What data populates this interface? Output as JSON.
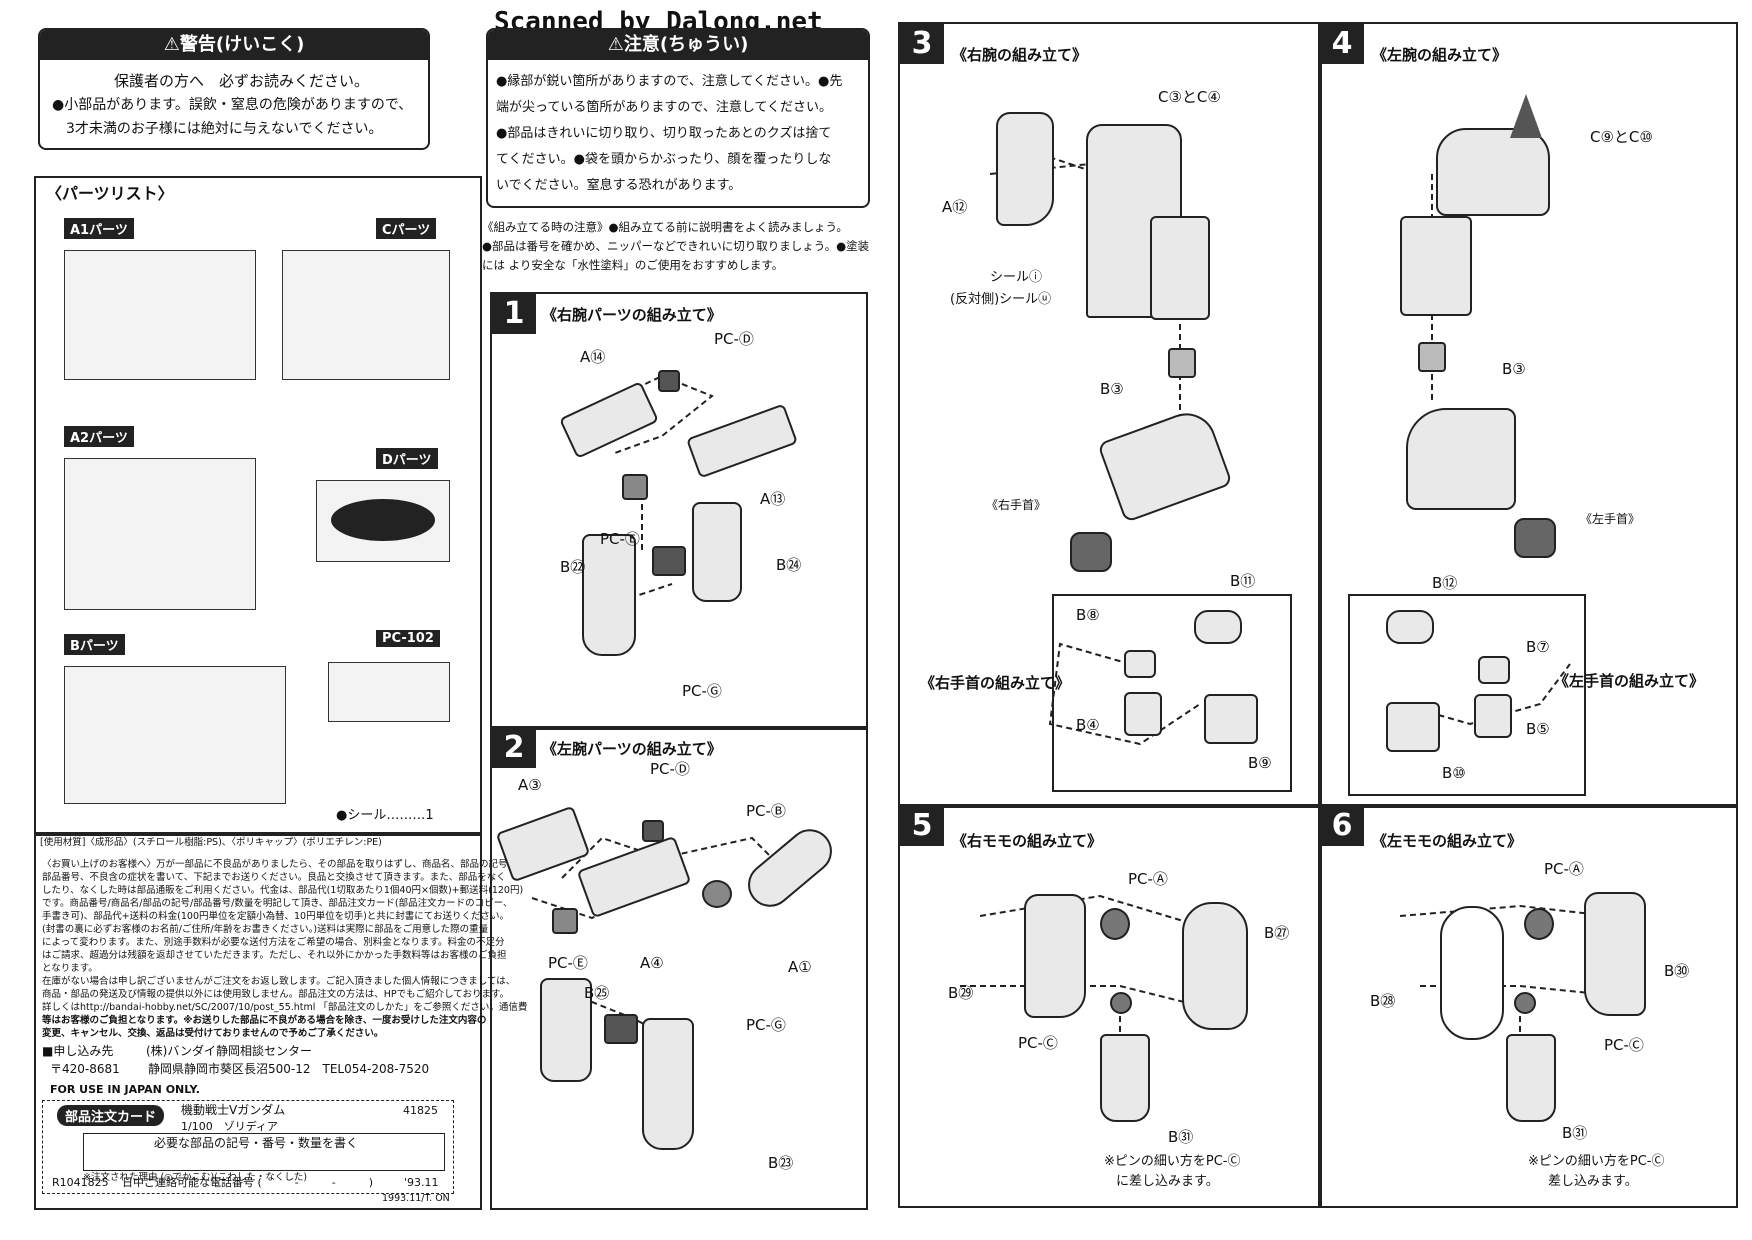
{
  "scan_credit": "Scanned by Dalong.net",
  "warning": {
    "title": "⚠警告(けいこく)",
    "line1": "保護者の方へ　必ずお読みください。",
    "line2": "●小部品があります。誤飲・窒息の危険がありますので、",
    "line3": "3才未満のお子様には絶対に与えないでください。"
  },
  "caution": {
    "title": "⚠注意(ちゅうい)",
    "lines": [
      "●縁部が鋭い箇所がありますので、注意してください。●先",
      "端が尖っている箇所がありますので、注意してください。",
      "●部品はきれいに切り取り、切り取ったあとのクズは捨て",
      "てください。●袋を頭からかぶったり、顔を覆ったりしな",
      "いでください。窒息する恐れがあります。"
    ]
  },
  "assembly_note": {
    "lines": [
      "《組み立てる時の注意》●組み立てる前に説明書をよく読みましょう。",
      "●部品は番号を確かめ、ニッパーなどできれいに切り取りましょう。●塗装",
      "には より安全な「水性塗料」のご使用をおすすめします。"
    ]
  },
  "parts_list": {
    "title": "〈パーツリスト〉",
    "runners": [
      "A1パーツ",
      "Cパーツ",
      "A2パーツ",
      "Dパーツ",
      "Bパーツ",
      "PC-102"
    ],
    "seal": "●シール………1"
  },
  "materials": "[使用材質]〈成形品〉(スチロール樹脂:PS)、〈ポリキャップ〉(ポリエチレン:PE)",
  "customer_notice": [
    "〈お買い上げのお客様へ〉万が一部品に不良品がありましたら、その部品を取りはずし、商品名、部品の記号、",
    "部品番号、不良含の症状を書いて、下記までお送りください。良品と交換させて頂きます。また、部品をなく",
    "したり、なくした時は部品通販をご利用ください。代金は、部品代(1切取あたり1個40円×個数)+郵送料(120円)",
    "です。商品番号/商品名/部品の記号/部品番号/数量を明記して頂き、部品注文カード(部品注文カードのコピー、",
    "手書き可)、部品代+送料の料金(100円単位を定額小為替、10円単位を切手)と共に封書にてお送りください。",
    "(封書の裏に必ずお客様のお名前/ご住所/年齢をお書きください。)送料は実際に部品をご用意した際の重量",
    "によって変わります。また、別途手数料が必要な送付方法をご希望の場合、別料金となります。料金の不足分",
    "はご請求、超過分は残額を返却させていただきます。ただし、それ以外にかかった手数料等はお客様のご負担",
    "となります。",
    "在庫がない場合は申し訳ございませんがご注文をお返し致します。ご記入頂きました個人情報につきましては、",
    "商品・部品の発送及び情報の提供以外には使用致しません。部品注文の方法は、HPでもご紹介しております。",
    "詳しくはhttp://bandai-hobby.net/SC/2007/10/post_55.html 「部品注文のしかた」をご参照ください。通信費",
    "等はお客様のご負担となります。※お送りした部品に不良がある場合を除き、一度お受けした注文内容の",
    "変更、キャンセル、交換、返品は受付けておりませんので予めご了承ください。"
  ],
  "address": {
    "label": "■申し込み先",
    "company": "(株)バンダイ静岡相談センター",
    "postal": "〒420-8681",
    "addr": "静岡県静岡市葵区長沼500-12　TEL054-208-7520",
    "japan_only": "FOR USE IN JAPAN ONLY."
  },
  "order_card": {
    "title": "部品注文カード",
    "product": "機動戦士Vガンダム",
    "scale": "1/100　ゾリディア",
    "code": "41825",
    "instruction": "必要な部品の記号・番号・数量を書く",
    "reason": "※注文された理由 (◎でかこむ)(こわした・なくした)",
    "id": "R1041825",
    "phone": "日中ご連絡可能な電話番号 (　　　-　　　-　　　)",
    "year": "'93.11",
    "footer": "1993.11/T. ON"
  },
  "steps": [
    {
      "num": "1",
      "title": "《右腕パーツの組み立て》",
      "labels": [
        "PC-Ⓓ",
        "A⑭",
        "A⑬",
        "PC-Ⓔ",
        "B㉒",
        "B㉔",
        "PC-Ⓖ"
      ]
    },
    {
      "num": "2",
      "title": "《左腕パーツの組み立て》",
      "labels": [
        "PC-Ⓓ",
        "A③",
        "PC-Ⓑ",
        "PC-Ⓔ",
        "A④",
        "A①",
        "B㉕",
        "PC-Ⓖ",
        "B㉓"
      ]
    },
    {
      "num": "3",
      "title": "《右腕の組み立て》",
      "labels": [
        "C③とC④",
        "A⑫",
        "シールⓘ",
        "(反対側)シールⓤ",
        "B③",
        "《右手首》",
        "B⑪",
        "B⑧",
        "B④",
        "B⑨"
      ],
      "sub": "《右手首の組み立て》"
    },
    {
      "num": "4",
      "title": "《左腕の組み立て》",
      "labels": [
        "C⑨とC⑩",
        "B③",
        "《左手首》",
        "B⑫",
        "B⑦",
        "B⑤",
        "B⑩"
      ],
      "sub": "《左手首の組み立て》"
    },
    {
      "num": "5",
      "title": "《右モモの組み立て》",
      "labels": [
        "PC-Ⓐ",
        "B㉗",
        "B㉙",
        "PC-Ⓒ",
        "B㉛"
      ],
      "note1": "※ピンの細い方をPC-Ⓒ",
      "note2": "に差し込みます。"
    },
    {
      "num": "6",
      "title": "《左モモの組み立て》",
      "labels": [
        "PC-Ⓐ",
        "B㉚",
        "B㉘",
        "PC-Ⓒ",
        "B㉛"
      ],
      "note1": "※ピンの細い方をPC-Ⓒ",
      "note2": "差し込みます。"
    }
  ]
}
